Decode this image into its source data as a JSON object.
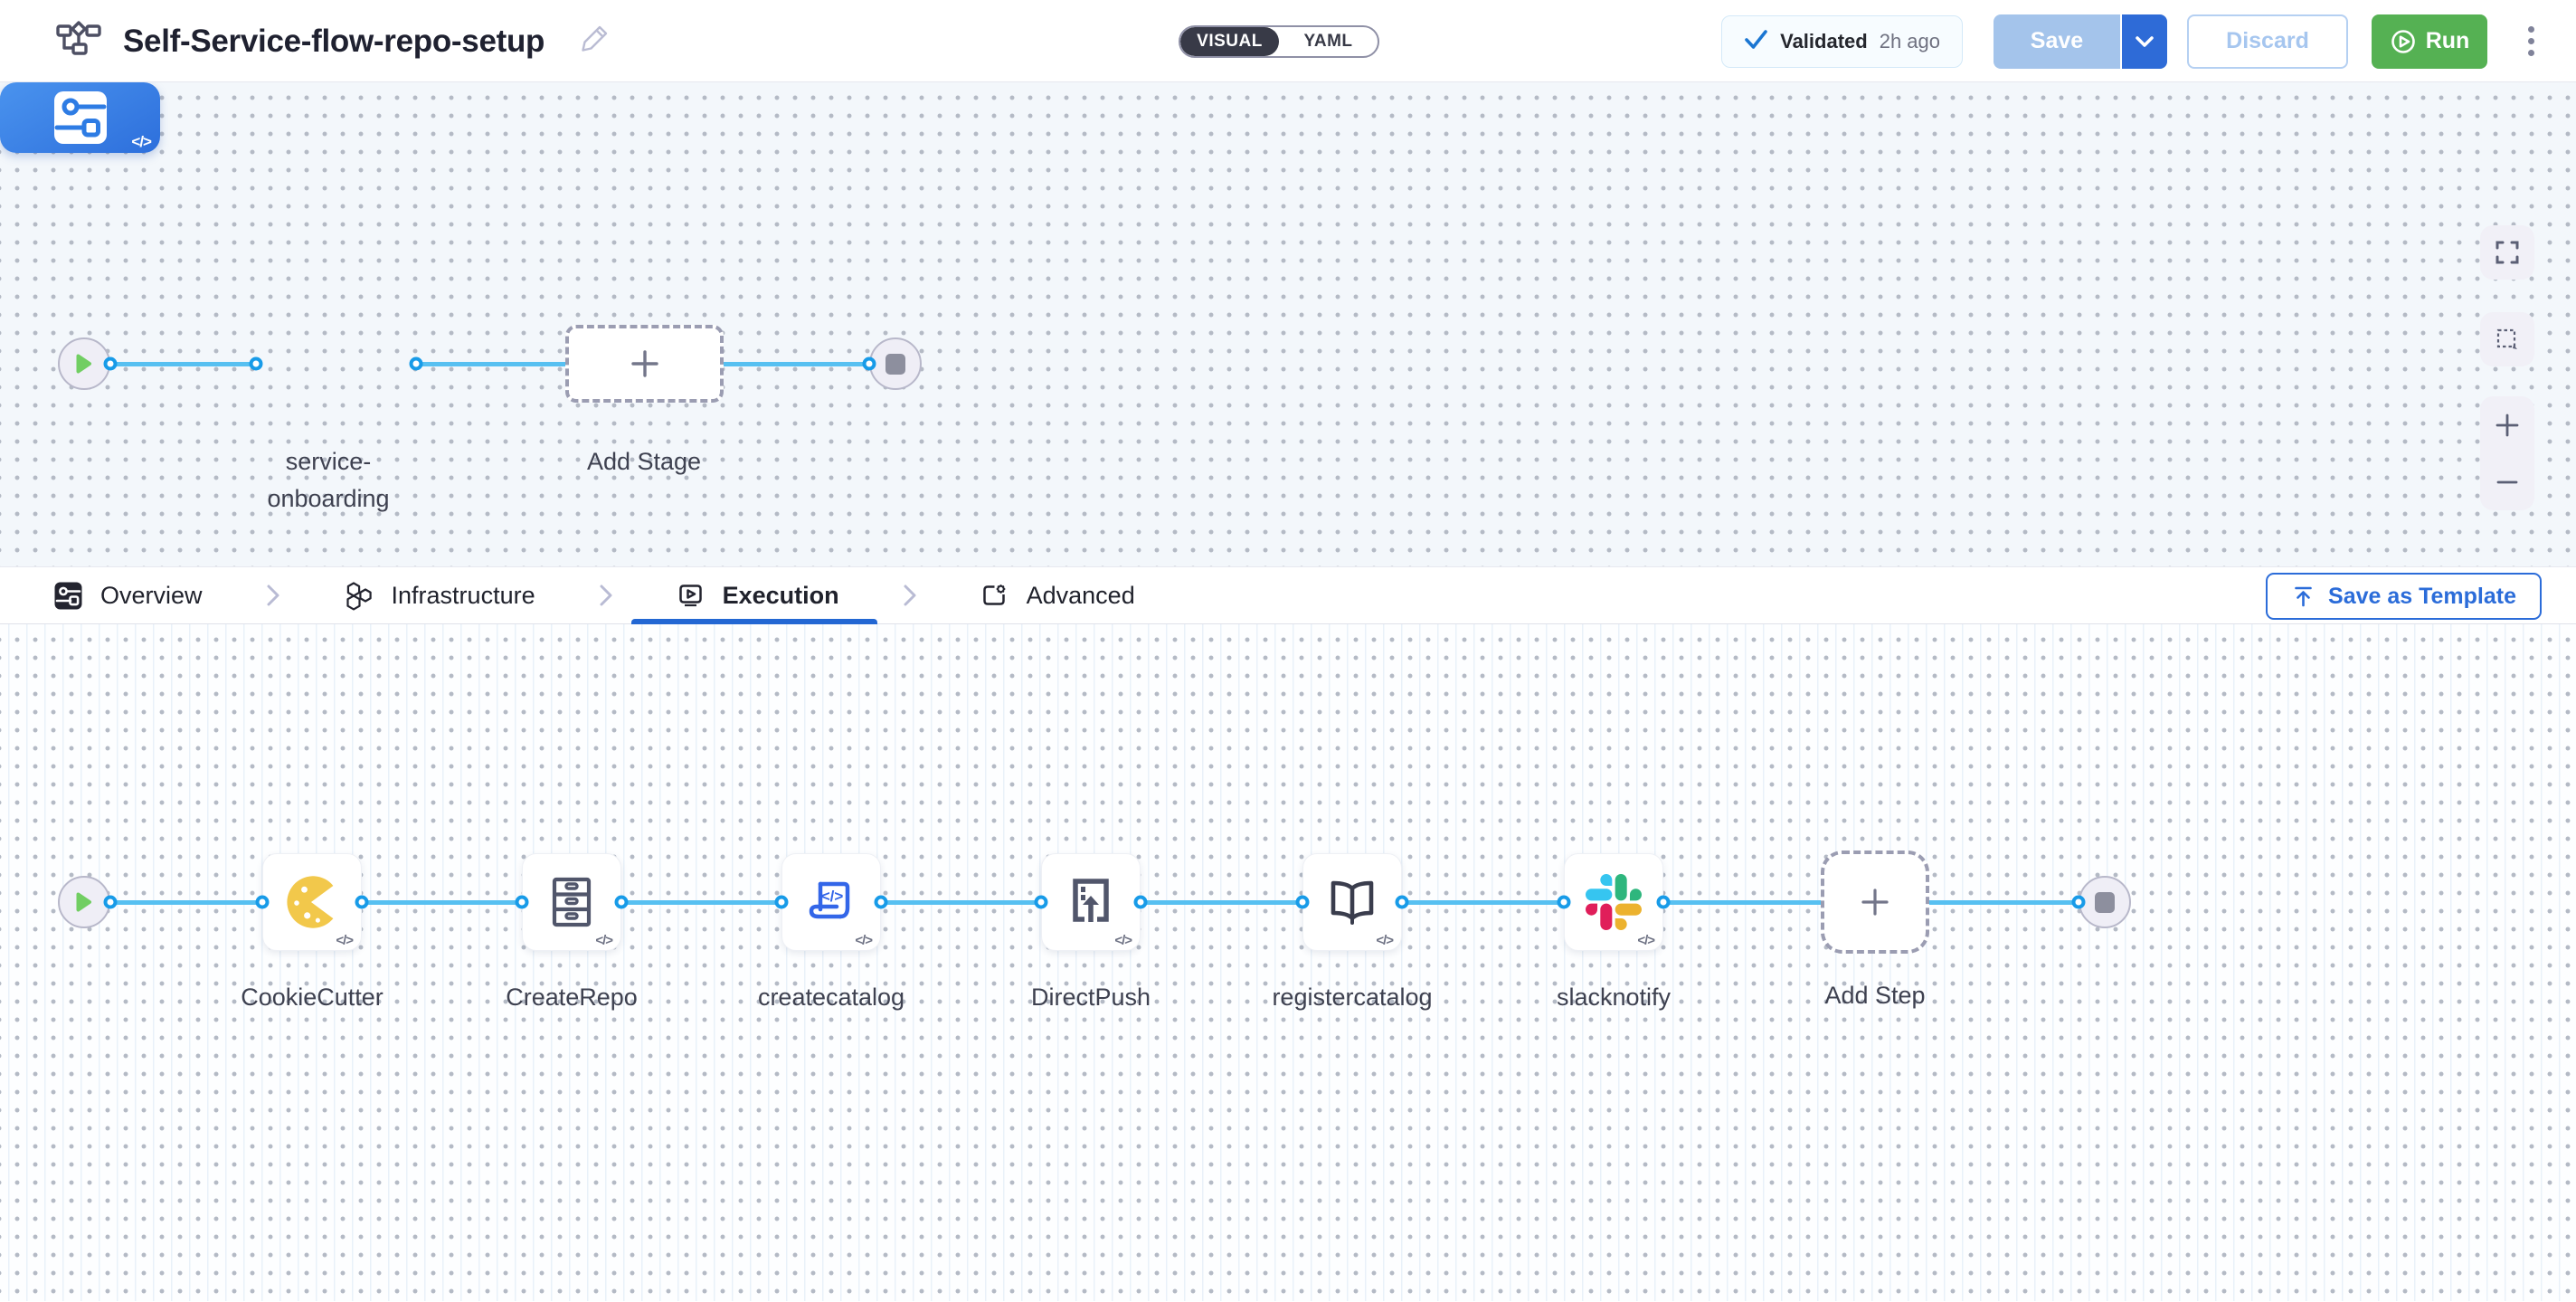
{
  "header": {
    "title": "Self-Service-flow-repo-setup",
    "mode_visual": "VISUAL",
    "mode_yaml": "YAML",
    "selected_mode": "VISUAL",
    "validated_label": "Validated",
    "validated_time": "2h ago",
    "save_label": "Save",
    "discard_label": "Discard",
    "run_label": "Run"
  },
  "stage_canvas": {
    "stage_name": "service-onboarding",
    "add_stage_label": "Add Stage"
  },
  "tabs": {
    "items": [
      {
        "label": "Overview",
        "icon": "stage-overview-icon"
      },
      {
        "label": "Infrastructure",
        "icon": "hexagons-icon"
      },
      {
        "label": "Execution",
        "icon": "play-square-icon"
      },
      {
        "label": "Advanced",
        "icon": "settings-doc-icon"
      }
    ],
    "active": "Execution",
    "save_as_template_label": "Save as Template"
  },
  "execution_canvas": {
    "steps": [
      {
        "label": "CookieCutter",
        "icon": "cookiecutter-icon"
      },
      {
        "label": "CreateRepo",
        "icon": "drawer-cabinet-icon"
      },
      {
        "label": "createcatalog",
        "icon": "code-scroll-icon"
      },
      {
        "label": "DirectPush",
        "icon": "upload-repo-icon"
      },
      {
        "label": "registercatalog",
        "icon": "open-book-icon"
      },
      {
        "label": "slacknotify",
        "icon": "slack-icon"
      }
    ],
    "add_step_label": "Add Step"
  },
  "misc": {
    "code_badge": "</>"
  },
  "colors": {
    "accent_blue": "#2b6cd9",
    "stage_node_blue": "#2e7ce4",
    "edge_blue": "#57c0f1",
    "port_blue": "#189be8",
    "run_green": "#55b153",
    "save_disabled_blue": "#a4c4eb",
    "toggle_dark": "#383a47",
    "cookie_yellow": "#f2c84b",
    "slack_blue": "#36C5F0",
    "slack_green": "#2EB67D",
    "slack_red": "#E01E5A",
    "slack_yellow": "#ECB22E"
  }
}
